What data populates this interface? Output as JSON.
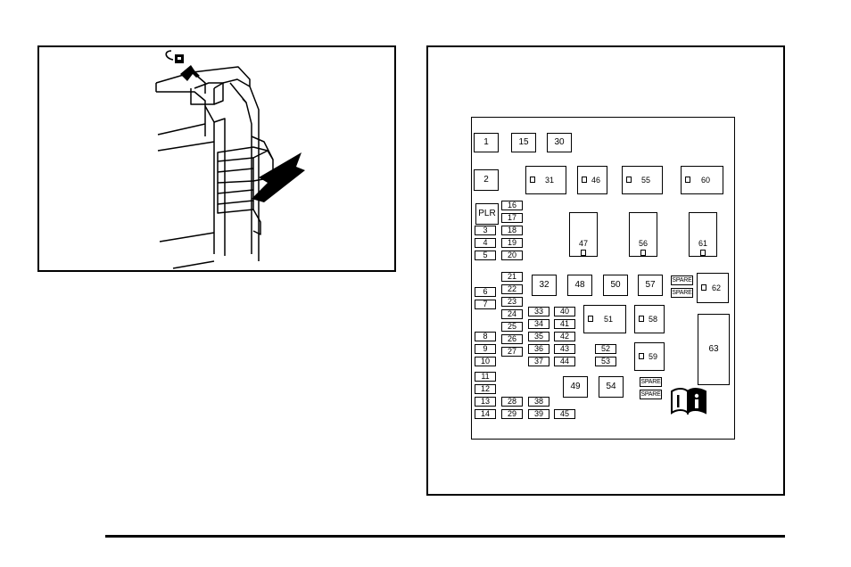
{
  "fuse_block": {
    "cells": [
      {
        "id": "c1",
        "label": "1",
        "kind": "large"
      },
      {
        "id": "c15",
        "label": "15",
        "kind": "large"
      },
      {
        "id": "c30",
        "label": "30",
        "kind": "large"
      },
      {
        "id": "c2",
        "label": "2",
        "kind": "large"
      },
      {
        "id": "c31",
        "label": "31",
        "kind": "relay"
      },
      {
        "id": "c46",
        "label": "46",
        "kind": "relay"
      },
      {
        "id": "c55",
        "label": "55",
        "kind": "relay"
      },
      {
        "id": "c60",
        "label": "60",
        "kind": "relay"
      },
      {
        "id": "cPLR",
        "label": "PLR",
        "kind": "large"
      },
      {
        "id": "c16",
        "label": "16",
        "kind": "mini"
      },
      {
        "id": "c17",
        "label": "17",
        "kind": "mini"
      },
      {
        "id": "c3",
        "label": "3",
        "kind": "mini"
      },
      {
        "id": "c18",
        "label": "18",
        "kind": "mini"
      },
      {
        "id": "c4",
        "label": "4",
        "kind": "mini"
      },
      {
        "id": "c19",
        "label": "19",
        "kind": "mini"
      },
      {
        "id": "c5",
        "label": "5",
        "kind": "mini"
      },
      {
        "id": "c20",
        "label": "20",
        "kind": "mini"
      },
      {
        "id": "c47",
        "label": "47",
        "kind": "tall"
      },
      {
        "id": "c56",
        "label": "56",
        "kind": "tall"
      },
      {
        "id": "c61",
        "label": "61",
        "kind": "tall"
      },
      {
        "id": "c21",
        "label": "21",
        "kind": "mini"
      },
      {
        "id": "c22",
        "label": "22",
        "kind": "mini"
      },
      {
        "id": "c6",
        "label": "6",
        "kind": "mini"
      },
      {
        "id": "c23",
        "label": "23",
        "kind": "mini"
      },
      {
        "id": "c7",
        "label": "7",
        "kind": "mini"
      },
      {
        "id": "c32",
        "label": "32",
        "kind": "large"
      },
      {
        "id": "c48",
        "label": "48",
        "kind": "large"
      },
      {
        "id": "c50",
        "label": "50",
        "kind": "large"
      },
      {
        "id": "c57",
        "label": "57",
        "kind": "large"
      },
      {
        "id": "cspare1",
        "label": "SPARE",
        "kind": "spare"
      },
      {
        "id": "cspare2",
        "label": "SPARE",
        "kind": "spare"
      },
      {
        "id": "c62",
        "label": "62",
        "kind": "relay"
      },
      {
        "id": "c24",
        "label": "24",
        "kind": "mini"
      },
      {
        "id": "c33",
        "label": "33",
        "kind": "mini"
      },
      {
        "id": "c40",
        "label": "40",
        "kind": "mini"
      },
      {
        "id": "c25",
        "label": "25",
        "kind": "mini"
      },
      {
        "id": "c34",
        "label": "34",
        "kind": "mini"
      },
      {
        "id": "c41",
        "label": "41",
        "kind": "mini"
      },
      {
        "id": "c51",
        "label": "51",
        "kind": "relay"
      },
      {
        "id": "c58",
        "label": "58",
        "kind": "relay"
      },
      {
        "id": "c8",
        "label": "8",
        "kind": "mini"
      },
      {
        "id": "c26",
        "label": "26",
        "kind": "mini"
      },
      {
        "id": "c35",
        "label": "35",
        "kind": "mini"
      },
      {
        "id": "c42",
        "label": "42",
        "kind": "mini"
      },
      {
        "id": "c9",
        "label": "9",
        "kind": "mini"
      },
      {
        "id": "c27",
        "label": "27",
        "kind": "mini"
      },
      {
        "id": "c36",
        "label": "36",
        "kind": "mini"
      },
      {
        "id": "c43",
        "label": "43",
        "kind": "mini"
      },
      {
        "id": "c52",
        "label": "52",
        "kind": "mini"
      },
      {
        "id": "c59",
        "label": "59",
        "kind": "relay"
      },
      {
        "id": "c63",
        "label": "63",
        "kind": "large"
      },
      {
        "id": "c10",
        "label": "10",
        "kind": "mini"
      },
      {
        "id": "c37",
        "label": "37",
        "kind": "mini"
      },
      {
        "id": "c44",
        "label": "44",
        "kind": "mini"
      },
      {
        "id": "c53",
        "label": "53",
        "kind": "mini"
      },
      {
        "id": "c11",
        "label": "11",
        "kind": "mini"
      },
      {
        "id": "c49",
        "label": "49",
        "kind": "large"
      },
      {
        "id": "c54",
        "label": "54",
        "kind": "large"
      },
      {
        "id": "cspare3",
        "label": "SPARE",
        "kind": "spare"
      },
      {
        "id": "cspare4",
        "label": "SPARE",
        "kind": "spare"
      },
      {
        "id": "c12",
        "label": "12",
        "kind": "mini"
      },
      {
        "id": "c13",
        "label": "13",
        "kind": "mini"
      },
      {
        "id": "c28",
        "label": "28",
        "kind": "mini"
      },
      {
        "id": "c38",
        "label": "38",
        "kind": "mini"
      },
      {
        "id": "c14",
        "label": "14",
        "kind": "mini"
      },
      {
        "id": "c29",
        "label": "29",
        "kind": "mini"
      },
      {
        "id": "c39",
        "label": "39",
        "kind": "mini"
      },
      {
        "id": "c45",
        "label": "45",
        "kind": "mini"
      }
    ],
    "manual_icon": "owners-manual-info-icon"
  },
  "illustration": {
    "icons": [
      "lock-release-icon",
      "up-arrow-icon",
      "pointer-arrow-icon"
    ]
  }
}
